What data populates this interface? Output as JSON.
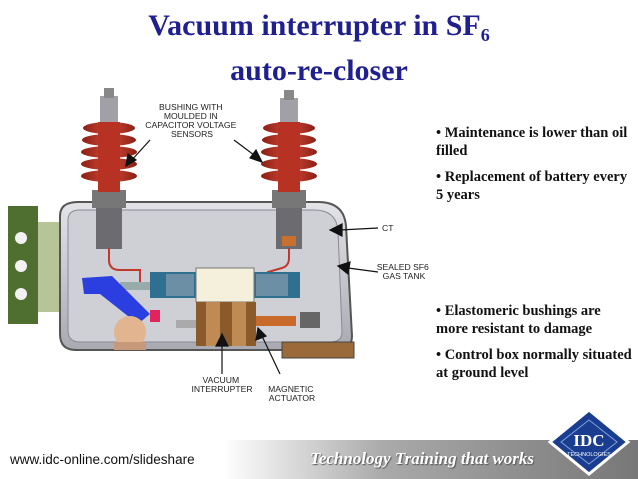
{
  "slide": {
    "title_line1_prefix": "Vacuum interrupter in SF",
    "title_line1_sub": "6",
    "title_line2": "auto-re-closer"
  },
  "diagram": {
    "label_bushing": [
      "BUSHING WITH",
      "MOULDED IN",
      "CAPACITOR VOLTAGE",
      "SENSORS"
    ],
    "label_ct": "CT",
    "label_tank": [
      "SEALED SF6",
      "GAS TANK"
    ],
    "label_vacuum": [
      "VACUUM",
      "INTERRUPTER"
    ],
    "label_magnetic": [
      "MAGNETIC",
      "ACTUATOR"
    ]
  },
  "bullets_top": [
    "• Maintenance is lower than oil filled",
    "• Replacement of battery every 5 years"
  ],
  "bullets_bottom": [
    "• Elastomeric bushings are more resistant to damage",
    "• Control box normally situated at ground level"
  ],
  "footer": {
    "url": "www.idc-online.com/slideshare",
    "tagline": "Technology Training that works"
  },
  "logo": {
    "name": "IDC",
    "sub": "TECHNOLOGIES"
  },
  "colors": {
    "title": "#1f1f8f",
    "bushing": "#c0392b",
    "tank": "#c9c9cf",
    "bracket": "#5b7a3a"
  }
}
